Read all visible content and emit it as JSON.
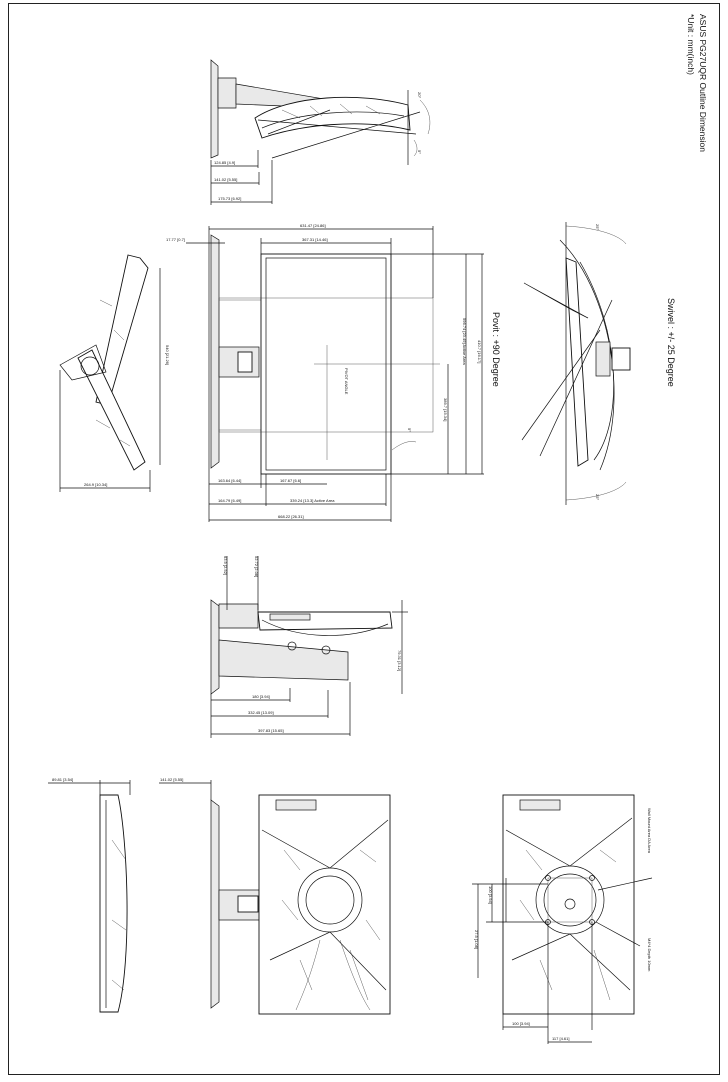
{
  "title": {
    "line1": "ASUS PG27UQR Outline Dimension",
    "line2": "*Unit : mm(inch)"
  },
  "labels": {
    "swivel": "Swivel : +/- 25 Degree",
    "pivot": "Povit : +90 Degree",
    "wall_mount": "Wall Mount Area DA Area",
    "screw": "M4*4 Depth 10mm"
  },
  "dims": {
    "d_124_85": "124.85    [4.9]",
    "d_141_02a": "141.02    [5.55]",
    "d_175_73": "175.73    [6.92]",
    "d_631_47": "631.47    [24.86]",
    "d_367_31": "367.31    [14.46]",
    "d_17_77": "17.77    [0.7]",
    "d_163_64": "163.64    [6.44]",
    "d_167_67": "167.67    [6.6]",
    "d_164_79": "164.79    [6.49]",
    "d_339_24": "339.24    [13.3] Active Area",
    "d_668_22": "668.22    [26.31]",
    "d_264_9": "264.9    [10.34]",
    "d_180": "180    [3.94]",
    "d_332_45": "332.45    [13.09]",
    "d_397_83": "397.83    [15.65]",
    "d_89_81": "89.81    [3.54]",
    "d_141_02b": "141.02    [5.55]",
    "d_100": "100    [3.94]",
    "d_117": "117    [4.61]",
    "d_v_596": "596.74    [23.49] Active Area",
    "d_v_410": "410.7    [16.17]",
    "d_v_389": "389.7    [15.34]",
    "d_v_540": "540    [21.26]",
    "d_v_63": "63.9    [2.52]",
    "d_v_52": "52.72    [2.08]",
    "d_v_27": "27.5    [1.08]",
    "d_v_79": "79.31    [3.12]",
    "angle_5": "5°",
    "angle_20": "20°",
    "angle_25a": "25°",
    "angle_25b": "25°",
    "pivot_axis": "PIVOT ANGLE"
  }
}
